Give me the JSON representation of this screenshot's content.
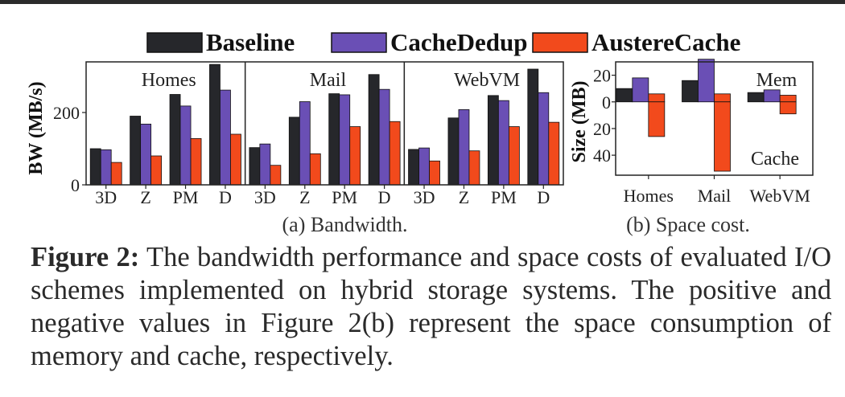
{
  "chart_data": [
    {
      "type": "bar",
      "subcaption": "(a) Bandwidth.",
      "ylabel": "BW (MB/s)",
      "ylim": [
        0,
        340
      ],
      "yticks": [
        0,
        200
      ],
      "legend": {
        "placement": "top",
        "entries": [
          "Baseline",
          "CacheDedup",
          "AustereCache"
        ]
      },
      "colors": {
        "Baseline": "#26272b",
        "CacheDedup": "#6a4fb5",
        "AustereCache": "#f24a1c"
      },
      "panels": [
        {
          "title": "Homes",
          "categories": [
            "3D",
            "Z",
            "PM",
            "D"
          ],
          "series": [
            {
              "name": "Baseline",
              "values": [
                100,
                190,
                250,
                333
              ]
            },
            {
              "name": "CacheDedup",
              "values": [
                97,
                168,
                218,
                262
              ]
            },
            {
              "name": "AustereCache",
              "values": [
                62,
                80,
                128,
                140
              ]
            }
          ]
        },
        {
          "title": "Mail",
          "categories": [
            "3D",
            "Z",
            "PM",
            "D"
          ],
          "series": [
            {
              "name": "Baseline",
              "values": [
                103,
                187,
                252,
                305
              ]
            },
            {
              "name": "CacheDedup",
              "values": [
                113,
                230,
                249,
                264
              ]
            },
            {
              "name": "AustereCache",
              "values": [
                54,
                86,
                161,
                175
              ]
            }
          ]
        },
        {
          "title": "WebVM",
          "categories": [
            "3D",
            "Z",
            "PM",
            "D"
          ],
          "series": [
            {
              "name": "Baseline",
              "values": [
                98,
                185,
                247,
                320
              ]
            },
            {
              "name": "CacheDedup",
              "values": [
                102,
                208,
                233,
                255
              ]
            },
            {
              "name": "AustereCache",
              "values": [
                66,
                94,
                161,
                173
              ]
            }
          ]
        }
      ]
    },
    {
      "type": "bar",
      "subcaption": "(b) Space cost.",
      "ylabel": "Size (MB)",
      "ylim": [
        -55,
        30
      ],
      "yticks": [
        20,
        0,
        20,
        40
      ],
      "categories": [
        "Homes",
        "Mail",
        "WebVM"
      ],
      "annotations": [
        "Mem",
        "Cache"
      ],
      "series": [
        {
          "name": "Baseline",
          "values": [
            10,
            16,
            7
          ]
        },
        {
          "name": "CacheDedup",
          "values": [
            18,
            32,
            9
          ]
        },
        {
          "name": "AustereCache",
          "values": [
            6,
            6,
            5
          ]
        },
        {
          "name": "AustereCache",
          "values": [
            -26,
            -52,
            -9
          ]
        }
      ]
    }
  ],
  "caption": {
    "label": "Figure 2:",
    "text": " The bandwidth performance and space costs of evaluated I/O schemes implemented on hybrid storage systems. The positive and negative values in Figure 2(b) represent the space consumption of memory and cache, respectively."
  }
}
